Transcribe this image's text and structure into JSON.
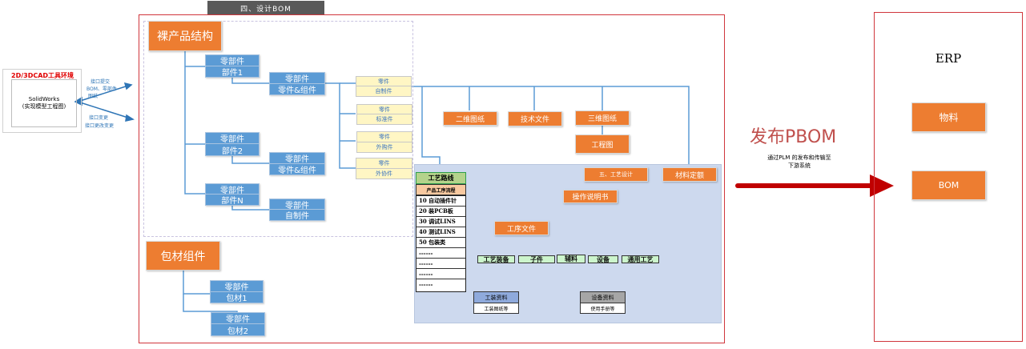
{
  "section_title": "四、设计BOM",
  "cad_env": {
    "title": "2D/3DCAD工具环境",
    "tool_name": "SolidWorks",
    "tool_desc": "(实现模型工程图)",
    "arrow_up_label_1": "接口提交",
    "arrow_up_label_2": "BOM、零部件",
    "arrow_up_label_3": "图纸",
    "arrow_down_label_1": "接口变更",
    "arrow_down_label_2": "接口更改变更"
  },
  "bare_product": {
    "title": "裸产品结构",
    "level1": [
      {
        "type": "零部件",
        "name": "部件1"
      },
      {
        "type": "零部件",
        "name": "部件2"
      },
      {
        "type": "零部件",
        "name": "部件N"
      }
    ],
    "level2": [
      {
        "type": "零部件",
        "name": "零件&组件"
      },
      {
        "type": "零部件",
        "name": "零件&组件"
      },
      {
        "type": "零部件",
        "name": "自制件"
      }
    ],
    "parts": [
      {
        "type": "零件",
        "name": "自制件"
      },
      {
        "type": "零件",
        "name": "标准件"
      },
      {
        "type": "零件",
        "name": "外购件"
      },
      {
        "type": "零件",
        "name": "外协件"
      }
    ]
  },
  "documents": {
    "drawing_2d": "二维图纸",
    "tech_doc": "技术文件",
    "drawing_3d": "三维图纸",
    "eng_drawing": "工程图"
  },
  "packaging": {
    "title": "包材组件",
    "items": [
      {
        "type": "零部件",
        "name": "包材1"
      },
      {
        "type": "零部件",
        "name": "包材2"
      }
    ]
  },
  "process_design": {
    "title": "五、工艺设计",
    "material_quota": "材料定额",
    "operation_manual": "操作说明书",
    "process_file": "工序文件",
    "route_header": "工艺路线",
    "route_subheader": "产品工序流程",
    "route_rows": [
      "10 自动插件针",
      "20 装PCB板",
      "30 调试LINS",
      "40 测试LINS",
      "50 包装类",
      "------",
      "------",
      "------",
      "------"
    ],
    "resources": [
      "工艺装备",
      "子件",
      "辅料",
      "设备",
      "通用工艺"
    ],
    "tooling": {
      "title": "工装资料",
      "detail": "工装图纸等"
    },
    "equipment": {
      "title": "设备资料",
      "detail": "使用手册等"
    }
  },
  "release": {
    "title": "发布PBOM",
    "desc_line1": "通过PLM 的发布和传输至",
    "desc_line2": "下游系统"
  },
  "erp": {
    "title": "ERP",
    "items": [
      "物料",
      "BOM"
    ]
  },
  "colors": {
    "orange": "#ed7d31",
    "blue": "#5b9bd5",
    "red": "#c00000",
    "frame_red": "#d0363c",
    "process_bg": "#cdd9ee"
  }
}
